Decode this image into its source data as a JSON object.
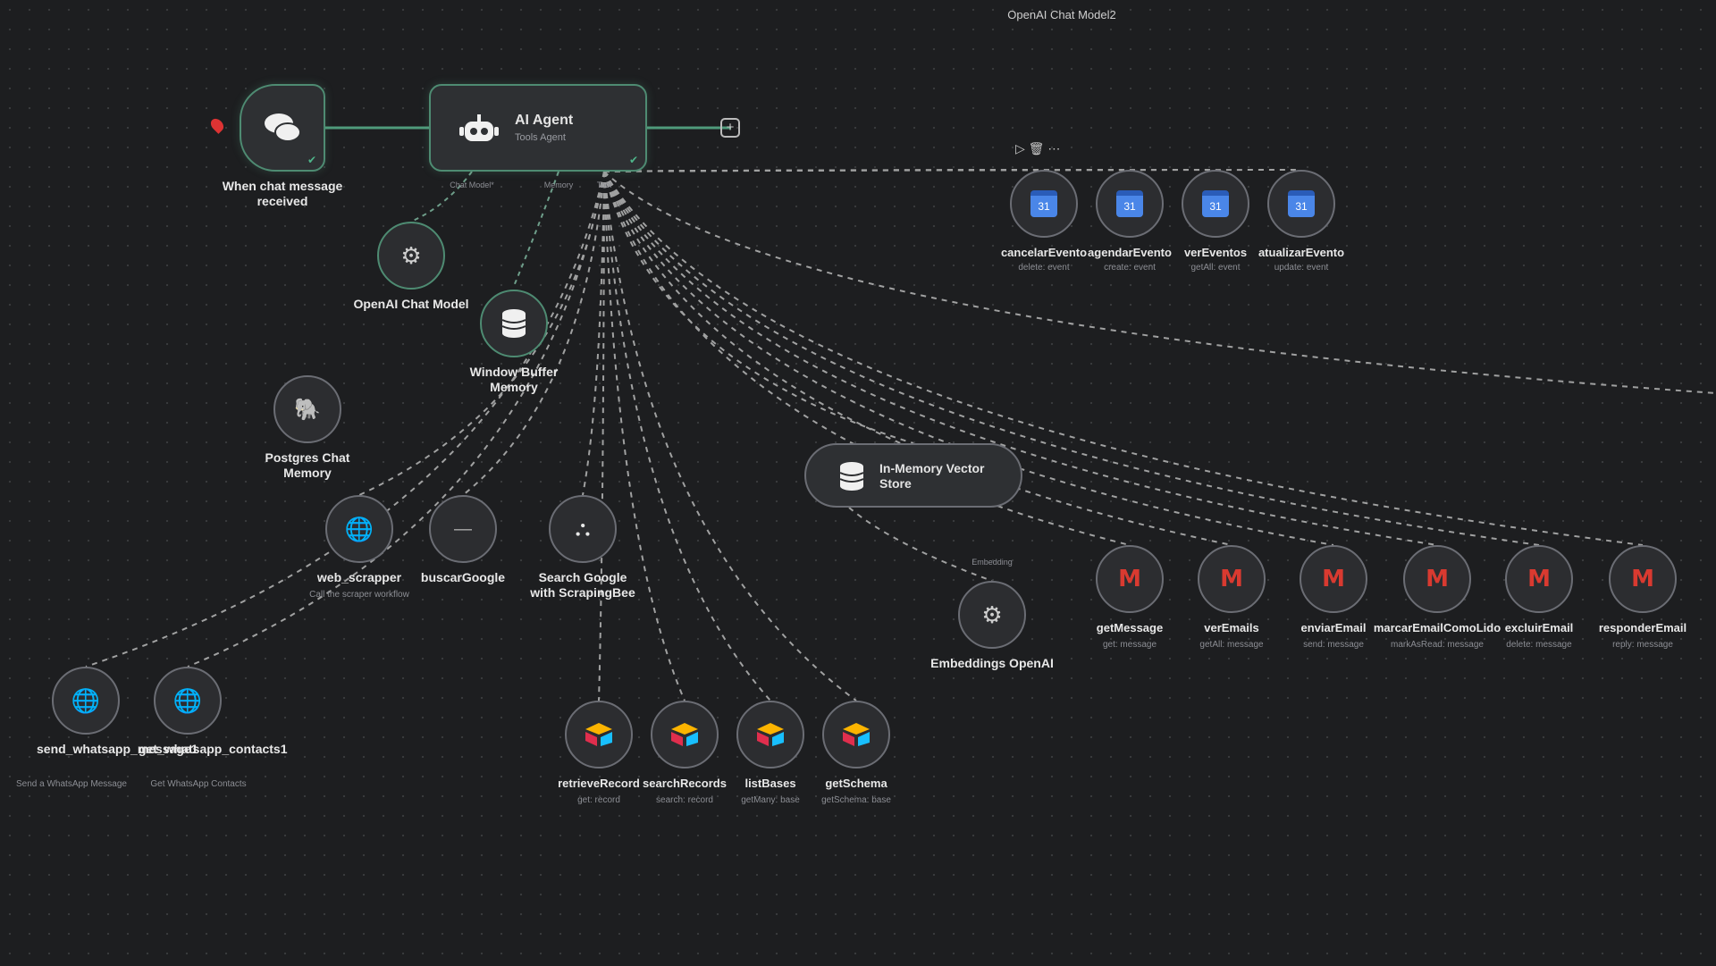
{
  "canvas": {
    "title": "OpenAI Chat Model2"
  },
  "trigger": {
    "label": "When chat message received"
  },
  "agent": {
    "title": "AI Agent",
    "subtitle": "Tools Agent"
  },
  "ports": {
    "chat_model": "Chat Model*",
    "memory": "Memory",
    "tool": "Tool"
  },
  "openai_model": {
    "label": "OpenAI Chat Model"
  },
  "window_memory": {
    "label": "Window Buffer Memory"
  },
  "postgres_memory": {
    "label": "Postgres Chat Memory"
  },
  "tools_top": [
    {
      "label": "cancelarEvento",
      "sub": "delete: event"
    },
    {
      "label": "agendarEvento",
      "sub": "create: event"
    },
    {
      "label": "verEventos",
      "sub": "getAll: event"
    },
    {
      "label": "atualizarEvento",
      "sub": "update: event"
    }
  ],
  "tools_mid": [
    {
      "label": "web_scrapper",
      "sub": "Call the scraper workflow"
    },
    {
      "label": "buscarGoogle",
      "sub": ""
    },
    {
      "label": "Search Google with ScrapingBee",
      "sub": ""
    }
  ],
  "whatsapp": [
    {
      "label": "send_whatsapp_message1",
      "sub": "Send a WhatsApp Message"
    },
    {
      "label": "get_whatsapp_contacts1",
      "sub": "Get WhatsApp Contacts"
    }
  ],
  "airtable": [
    {
      "label": "retrieveRecord",
      "sub": "get: record"
    },
    {
      "label": "searchRecords",
      "sub": "search: record"
    },
    {
      "label": "listBases",
      "sub": "getMany: base"
    },
    {
      "label": "getSchema",
      "sub": "getSchema: base"
    }
  ],
  "vector_store": {
    "label": "In-Memory Vector Store"
  },
  "embeddings": {
    "label": "Embeddings OpenAI",
    "port": "Embedding"
  },
  "gmail": [
    {
      "label": "getMessage",
      "sub": "get: message"
    },
    {
      "label": "verEmails",
      "sub": "getAll: message"
    },
    {
      "label": "enviarEmail",
      "sub": "send: message"
    },
    {
      "label": "marcarEmailComoLido",
      "sub": "markAsRead: message"
    },
    {
      "label": "excluirEmail",
      "sub": "delete: message"
    },
    {
      "label": "responderEmail",
      "sub": "reply: message"
    }
  ]
}
